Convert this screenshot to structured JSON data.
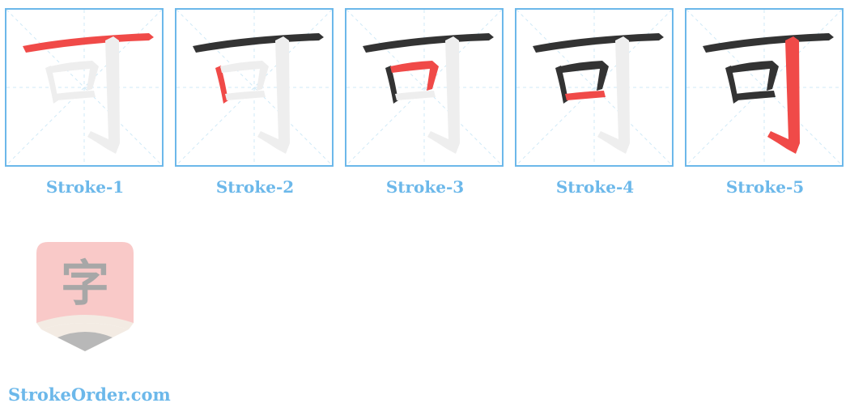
{
  "character": "可",
  "colors": {
    "border": "#6cb8ea",
    "guide": "#cfe9f7",
    "ghost": "#eeeeee",
    "done": "#333333",
    "active": "#f04a48",
    "caption": "#6cb8ea"
  },
  "panels": [
    {
      "label": "Stroke-1",
      "active_stroke": 1
    },
    {
      "label": "Stroke-2",
      "active_stroke": 2
    },
    {
      "label": "Stroke-3",
      "active_stroke": 3
    },
    {
      "label": "Stroke-4",
      "active_stroke": 4
    },
    {
      "label": "Stroke-5",
      "active_stroke": 5
    }
  ],
  "logo": {
    "glyph": "字",
    "icon": "pencil-character-logo-icon"
  },
  "site": {
    "name": "StrokeOrder.com"
  }
}
